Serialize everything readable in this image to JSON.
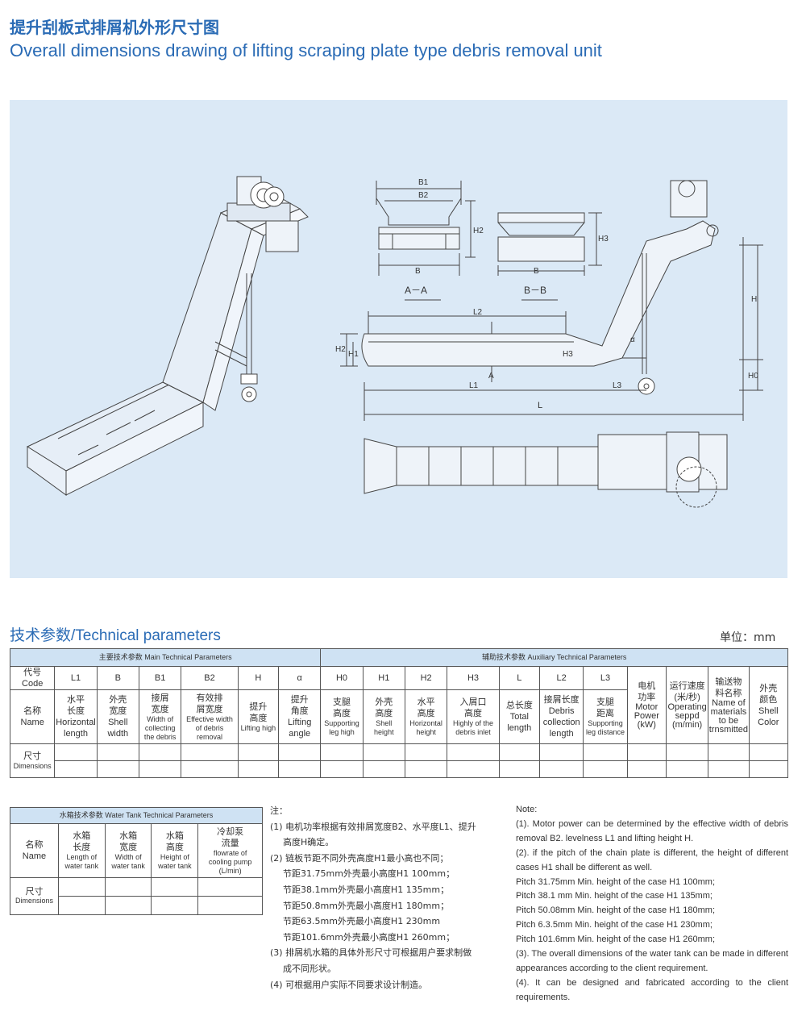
{
  "title_cn": "提升刮板式排屑机外形尺寸图",
  "title_en": "Overall dimensions drawing of lifting scraping plate type debris removal unit",
  "drawing_labels": {
    "b1": "B1",
    "b2": "B2",
    "b": "B",
    "h2": "H2",
    "h3": "H3",
    "aa": "A－A",
    "bb": "B－B",
    "l2": "L2",
    "a": "A",
    "h": "H",
    "h1": "H1",
    "h0": "H0",
    "l1": "L1",
    "l3": "L3",
    "l": "L",
    "alpha": "α"
  },
  "tech_title": "技术参数/Technical parameters",
  "unit": "单位：mm",
  "main_table": {
    "main_header": "主要技术参数  Main Technical Parameters",
    "aux_header": "辅助技术参数  Auxiliary Technical Parameters",
    "code_label_cn": "代号",
    "code_label_en": "Code",
    "name_label_cn": "名称",
    "name_label_en": "Name",
    "dim_label_cn": "尺寸",
    "dim_label_en": "Dimensions",
    "codes": [
      "L1",
      "B",
      "B1",
      "B2",
      "H",
      "α",
      "H0",
      "H1",
      "H2",
      "H3",
      "L",
      "L2",
      "L3"
    ],
    "names": [
      {
        "cn": "水平\n长度",
        "en": "Horizontal\nlength"
      },
      {
        "cn": "外壳\n宽度",
        "en": "Shell\nwidth"
      },
      {
        "cn": "接屑\n宽度",
        "en": "Width of\ncollecting\nthe debris"
      },
      {
        "cn": "有效排\n屑宽度",
        "en": "Effective width\nof debris\nremoval"
      },
      {
        "cn": "提升\n高度",
        "en": "Lifting high"
      },
      {
        "cn": "提升\n角度",
        "en": "Lifting\nangle"
      },
      {
        "cn": "支腿\n高度",
        "en": "Supporting\nleg high"
      },
      {
        "cn": "外壳\n高度",
        "en": "Shell\nheight"
      },
      {
        "cn": "水平\n高度",
        "en": "Horizontal\nheight"
      },
      {
        "cn": "入屑口\n高度",
        "en": "Highly of the\ndebris inlet"
      },
      {
        "cn": "总长度",
        "en": "Total\nlength"
      },
      {
        "cn": "接屑长度",
        "en": "Debris\ncollection\nlength"
      },
      {
        "cn": "支腿\n距离",
        "en": "Supporting\nleg distance"
      }
    ],
    "extra_cols": [
      {
        "cn": "电机\n功率",
        "en": "Motor\nPower\n(kW)"
      },
      {
        "cn": "运行速度\n(米/秒)",
        "en": "Operating\nseppd\n(m/min)"
      },
      {
        "cn": "输送物\n料名称",
        "en": "Name of\nmaterials\nto be\ntrnsmitted"
      },
      {
        "cn": "外壳\n颜色",
        "en": "Shell\nColor"
      }
    ]
  },
  "water_table": {
    "header": "水箱技术参数  Water Tank Technical Parameters",
    "name_label_cn": "名称",
    "name_label_en": "Name",
    "dim_label_cn": "尺寸",
    "dim_label_en": "Dimensions",
    "cols": [
      {
        "cn": "水箱\n长度",
        "en": "Length of\nwater tank"
      },
      {
        "cn": "水箱\n宽度",
        "en": "Width of\nwater tank"
      },
      {
        "cn": "水箱\n高度",
        "en": "Height of\nwater tank"
      },
      {
        "cn": "冷却泵\n流量",
        "en": "flowrate of\ncooling pump\n(L/min)"
      }
    ]
  },
  "notes_cn": {
    "title": "注：",
    "lines": [
      "(1) 电机功率根据有效排屑宽度B2、水平度L1、提升",
      "    高度H确定。",
      "(2) 链板节距不同外壳高度H1最小高也不同；",
      "    节距31.75mm外壳最小高度H1 100mm；",
      "    节距38.1mm外壳最小高度H1 135mm；",
      "    节距50.8mm外壳最小高度H1 180mm；",
      "    节距63.5mm外壳最小高度H1 230mm",
      "    节距101.6mm外壳最小高度H1 260mm；",
      "(3) 排屑机水箱的具体外形尺寸可根据用户要求制做",
      "    成不同形状。",
      "(4) 可根据用户实际不同要求设计制造。"
    ]
  },
  "notes_en": {
    "title": "Note:",
    "lines": [
      "(1). Motor power can be determined by the effective width of debris removal B2. levelness L1 and lifting height H.",
      "(2). if the pitch of the chain plate is different, the height of different cases H1 shall be different as well.",
      "Pitch 31.75mm Min. height of the case H1 100mm;",
      "Pitch 38.1 mm Min. height of the case H1 135mm;",
      "Pitch 50.08mm Min. height of the case H1 180mm;",
      "Pitch 6.3.5mm Min. height of the case H1 230mm;",
      "Pitch 101.6mm Min. height of the case H1 260mm;",
      "(3). The overall dimensions of the water tank can be made in different appearances according to the client requirement.",
      "(4). It can be designed and fabricated according to the client requirements."
    ]
  }
}
